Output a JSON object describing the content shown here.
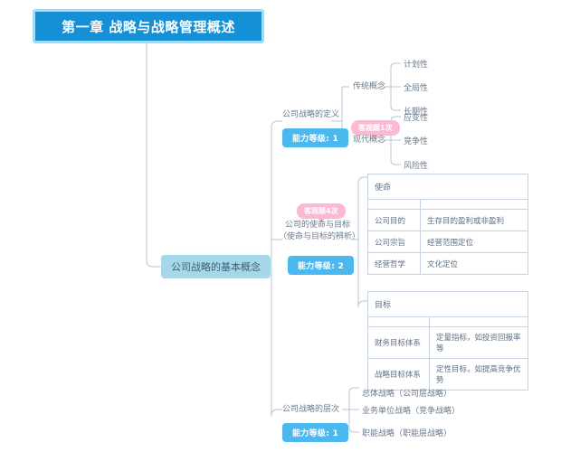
{
  "root": {
    "label": "第一章 战略与战略管理概述",
    "fill_color": "#1490d6",
    "border_color": "#9fdcf7",
    "text_color": "#ffffff"
  },
  "level1": {
    "label": "公司战略的基本概念",
    "fill_color": "#a5d8ea"
  },
  "branches": [
    {
      "label": "公司战略的定义",
      "capability_badge": "能力等级: 1",
      "exam_badge": "客观题1次",
      "children": [
        {
          "label": "传统概念",
          "leaves": [
            "计划性",
            "全局性",
            "长期性"
          ]
        },
        {
          "label": "现代概念",
          "leaves": [
            "应变性",
            "竞争性",
            "风险性"
          ]
        }
      ]
    },
    {
      "label_line1": "公司的使命与目标",
      "label_line2": "（使命与目标的辨析）",
      "capability_badge": "能力等级: 2",
      "exam_badge": "客观题4次",
      "tables": [
        {
          "title": "使命",
          "rows": [
            [
              "公司目的",
              "生存目的盈利或非盈利"
            ],
            [
              "公司宗旨",
              "经营范围定位"
            ],
            [
              "经营哲学",
              "文化定位"
            ]
          ]
        },
        {
          "title": "目标",
          "rows": [
            [
              "财务目标体系",
              "定量指标，如投资回报率等"
            ],
            [
              "战略目标体系",
              "定性目标，如提高竞争优势"
            ]
          ]
        }
      ]
    },
    {
      "label": "公司战略的层次",
      "capability_badge": "能力等级: 1",
      "leaves": [
        "总体战略（公司层战略）",
        "业务单位战略（竞争战略）",
        "职能战略（职能层战略）"
      ]
    }
  ],
  "colors": {
    "badge_capability": "#4cb8f0",
    "badge_exam": "#fcb8d4",
    "connector": "#b9c4d4",
    "table_border": "#c7d2e0",
    "text": "#6a7a8c"
  }
}
